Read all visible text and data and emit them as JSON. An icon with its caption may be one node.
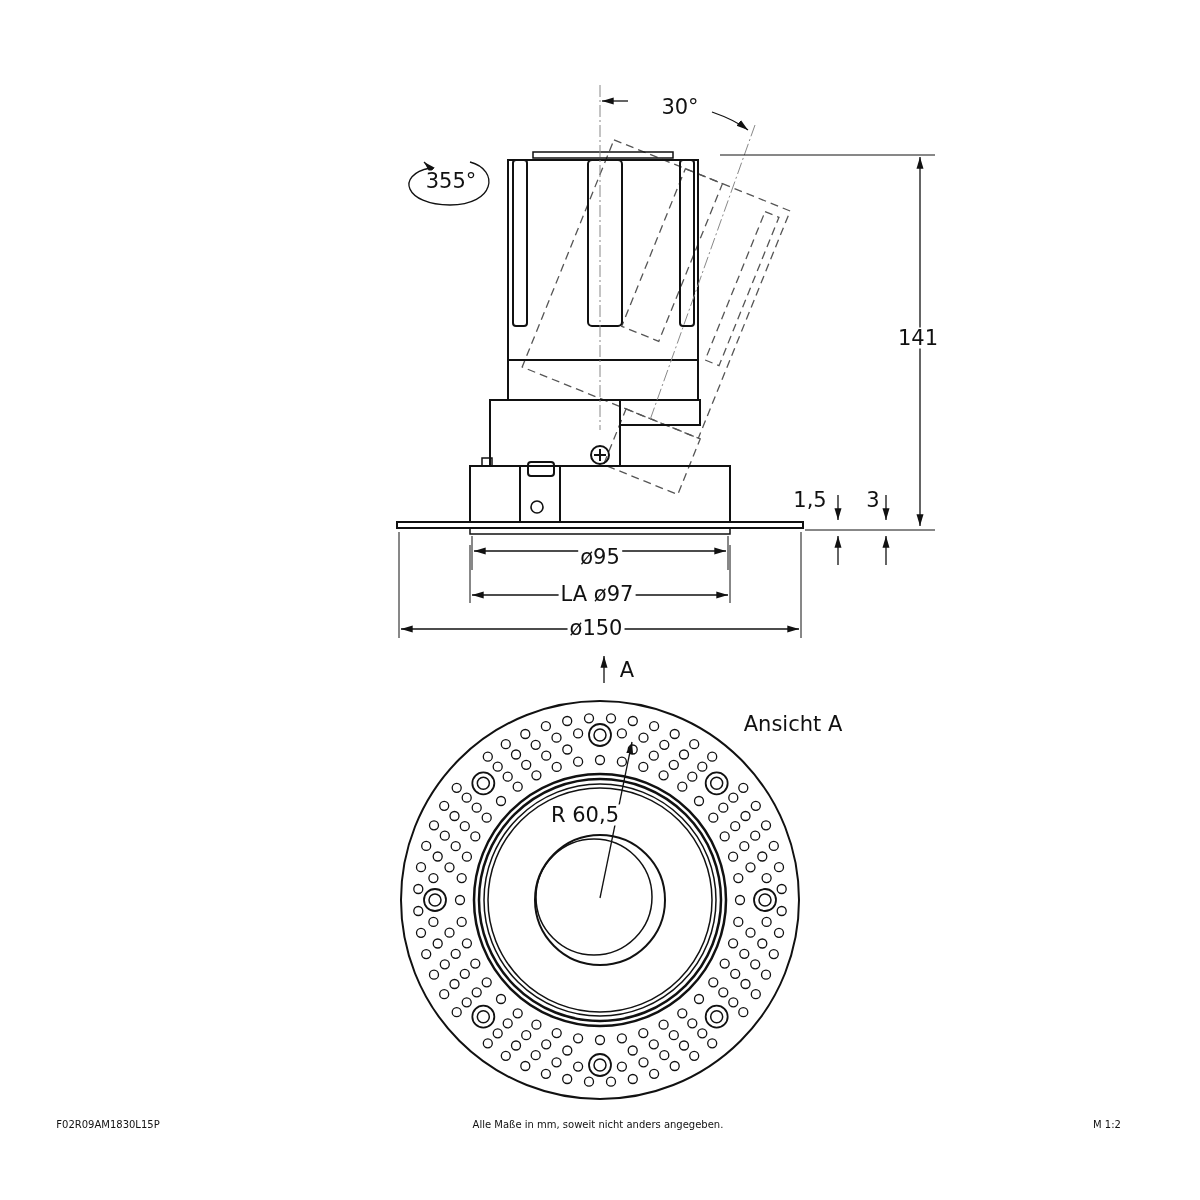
{
  "diagram": {
    "labels": [
      "30°",
      "355°",
      "141",
      "1,5",
      "3",
      "ø95",
      "LA ø97",
      "ø150",
      "A",
      "Ansicht A",
      "R 60,5",
      "F02R09AM1830L15P",
      "Alle Maße in mm, soweit nicht anders angegeben.",
      "M 1:2"
    ]
  }
}
